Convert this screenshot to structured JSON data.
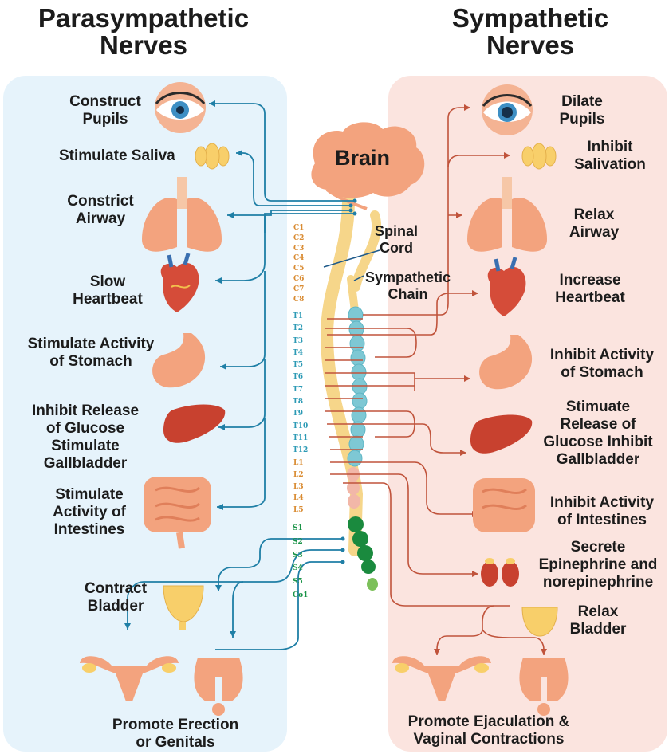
{
  "headers": {
    "left": [
      "Parasympathetic",
      "Nerves"
    ],
    "right": [
      "Sympathetic",
      "Nerves"
    ]
  },
  "center": {
    "brain": "Brain",
    "spinal_cord": [
      "Spinal",
      "Cord"
    ],
    "sympathetic_chain": [
      "Sympathetic",
      "Chain"
    ]
  },
  "vertebrae": {
    "cervical": [
      "C1",
      "C2",
      "C3",
      "C4",
      "C5",
      "C6",
      "C7",
      "C8"
    ],
    "thoracic": [
      "T1",
      "T2",
      "T3",
      "T4",
      "T5",
      "T6",
      "T7",
      "T8",
      "T9",
      "T10",
      "T11",
      "T12"
    ],
    "lumbar": [
      "L1",
      "L2",
      "L3",
      "L4",
      "L5"
    ],
    "sacral": [
      "S1",
      "S2",
      "S3",
      "S4",
      "S5",
      "Co1"
    ]
  },
  "parasympathetic": [
    [
      "Construct",
      "Pupils"
    ],
    [
      "Stimulate Saliva"
    ],
    [
      "Constrict",
      "Airway"
    ],
    [
      "Slow",
      "Heartbeat"
    ],
    [
      "Stimulate Activity",
      "of Stomach"
    ],
    [
      "Inhibit Release",
      "of Glucose",
      "Stimulate",
      "Gallbladder"
    ],
    [
      "Stimulate",
      "Activity of",
      "Intestines"
    ],
    [
      "Contract",
      "Bladder"
    ],
    [
      "Promote Erection",
      "or Genitals"
    ]
  ],
  "sympathetic": [
    [
      "Dilate",
      "Pupils"
    ],
    [
      "Inhibit",
      "Salivation"
    ],
    [
      "Relax",
      "Airway"
    ],
    [
      "Increase",
      "Heartbeat"
    ],
    [
      "Inhibit Activity",
      "of Stomach"
    ],
    [
      "Stimuate",
      "Release of",
      "Glucose Inhibit",
      "Gallbladder"
    ],
    [
      "Inhibit Activity",
      "of Intestines"
    ],
    [
      "Secrete",
      "Epinephrine and",
      "norepinephrine"
    ],
    [
      "Relax",
      "Bladder"
    ],
    [
      "Promote Ejaculation &",
      "Vaginal Contractions"
    ]
  ],
  "colors": {
    "left_panel": "#e6f3fb",
    "right_panel": "#fbe4df",
    "parasympathetic_line": "#1f7fa6",
    "sympathetic_line": "#c0533b",
    "spinal_cord": "#f6d68a",
    "thoracic_chain": "#7ec8d4",
    "sacral_chain": "#1a8a3e",
    "organ": "#f3a37e"
  }
}
